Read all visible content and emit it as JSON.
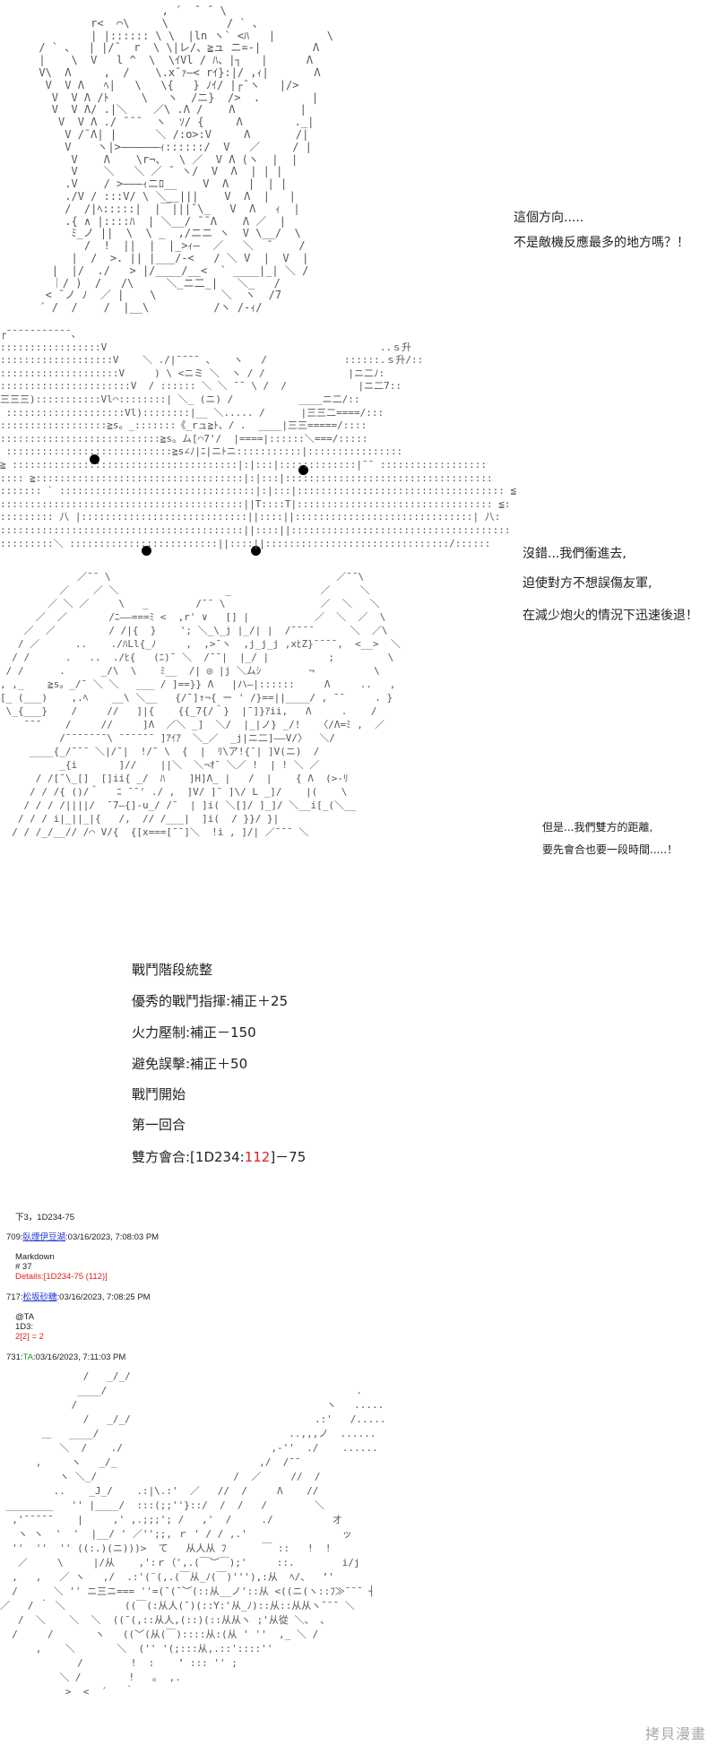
{
  "art": {
    "block1": "                         , ´  ¯ ¯ \\\n              r<  ⌒\\     \\         / ` 、\n              | |:::::: \\ \\  |ln ヽ` <ﾊ   |        \\\n      / ` 、  | |/¯  r  \\ \\|レ/、≧ュ ニ=-|        Λ\n      |    \\  V   l ^  \\  \\ｲVl / ﾊ、|┐   |      Λ\n      V\\  Λ     ,  /    \\.x¯ｧ—< rｲ}:|/ ,ｨ|       Λ\n       V  V Λ   ﾍ|   \\   \\{   } ﾉｲ/ |┌¯ヽ   |/>\n        V  V Λ /ﾄ     \\   ヽ  /ニ}  />  .        |\n        V  V Λ/ .|＼    ／\\ .Λ /    Λ          |\n         V  V Λ ./ ¯¯¯  ヽ  ｿ/ {     Λ        ._|\n          V /¯Λ| |      ＼ /:o>:V     Λ       /|\n          V    ヽ|>——————ｨ::::::/  V   ／     / |\n           V    Λ    \\r¬、  \\ ／  V Λ (ヽ  |  |\n           V    ＼   ＼ ／ ¯ ヽ/  V  Λ  | | |\n          .V    / >———ｨニﾛ__    V  Λ   |  | |\n          ./V / :::V/ \\ ＼__|||    V  Λ  |   |\n          /  /|ﾍ:::::|  |￣|||¯\\_   V  Λ   ｨ  |\n          .{ ∧ |::::ﾊ  | ＼__/ ¯¯Λ    Λ ／  |\n           ﾐ_ノ ||  \\  \\ _  ,/ニニ ヽ  V \\__/  \\\n             /  !  ||  |  |_>ｨ—  ／   ＼  ¯    /\n           |  /  >. || |___/-<   / ＼ V  |  V  |\n        |  |/  ./   > |/____/__<  ` ____|_| ＼ /\n        ｜/ )  /   /\\     ＼_ニ二_|   ＼_   /\n       < ¯ノ ﾉ  ／ |    \\          ＼  ヽ  /7\n      ´ /  /    /  |__\\          /ヽ /-ｨ/",
    "block2": "┌¯¯¯¯¯¯¯¯¯¯¯、\n:::::::::::::::::V                                              ..ｓ升\n:::::::::::::::::::V    ＼ ./|¯¯¯¯ 、   ヽ   /             ::::::.ｓ升/::\n::::::::::::::::::::V     ) \\ <ニミ ＼  ヽ / /              |ニ二ﾉ:\n::::::::::::::::::::::V  / :::::: ＼ ＼ ¯¯ \\ /  /            |ニ二7::\n三三三):::::::::::Vl⌒::::::::| ＼_ (ニ) /           ____ニ二/::\n ::::::::::::::::::::Vl)::::::::|__ ＼..... /      |三三二====/:::\n::::::::::::::::::≧s。_:::::::《_rュ≧ﾄ、/ .  ____|三三=====/::::\n:::::::::::::::::::::::::::≧s。ム[⌒7'/  |====|::::::＼===/:::::\n ::::::::::::::::::::::::::::≧s∠ﾉ|ﾆ|ニﾄニ:::::::::::|::::::::::::::::\n≧ ::::::::::::::::::::::::::::::::::::::|:|:::|:::::::::::::|¯¯ ::::::::::::::::::\n:::: ≧:::::::::::::::::::::::::::::::::::|:|:::|:::::::::::::::::::::::::::::::::::\n::::::: ` :::::::::::::::::::::::::::::::::|:|:::|::::::::::::::::::::::::::::::::::: ≦\n:::::::::::::::::::::::::::::::::::::::::||T::::T|::::::::::::::::::::::::::::::::: ≦:\n::::::::: 八 |::::::::::::::::::::::::::::||::::||::::::::::::::::::::::::::::::| 八:\n:::::::::::::::::::::::::::::::::::::::::||::::||:::::::::::::::::::::::::::::::::::::\n:::::::::＼ :::::::::::::::::::::::::||::::||:::::::::::::::::::::::::::::::/::::::",
    "block3": "             ／¯¯ \\                                      ／¯¯\\\n          ／    ／ ＼                  _               ／     ＼\n        ／ ＼ ／     \\   _        /¯¯ \\                ／  ＼   ＼\n      ／  ／       /ﾆ——===ﾐ <  ,r' ∨   [] |           ／  ＼  ／  \\\n    ／  ／         / /|{  }    '; ＼_\\_j |_/| |  /¯¯¯¯      ＼  ／\\\n   / ／      ..    ./ﾊLl{_ﾉ     ,  ,>¯ヽ  ,j_j_j ,xﾋZ}¯¯¯¯,  <__>  ＼\n  / /      .   ..  ./ﾋ{   (ﾆ)¯ ＼  /¯¯|  |_/ |          ;         \\\n / /      .      _/\\  \\    ﾐ__  /| ◎ |j ＼ムｼ        ¬          \\\n, ,_    ≧s。_/¯ ＼ ＼   ___ / ]==}} Λ   |ハ—|::::::     Λ     ..   ,\n[_ (___)    ,.ﾍ    __\\ ＼__   {/¯]↑¬{ ー ' /}==||____/ , ¯¯     . }\n \\_{___}    /     //   ]|{    {{_7{/＾}  |¯]}ｱii,   Λ     .    /\n    ¯¯¯    /     //     ]Λ  ／＼ _]  ＼/  |_|ノ} _/!   〈/Λ=ﾐ ,  ／\n          /¯¯¯¯¯¯¯\\ ¯¯¯¯¯¯ ]ｱｲｱ  ＼_／  _j|ニ二]——V/〉  ＼/\n     ____{_/¯¯¯ ＼|/¯|  !/¯ \\  {  |  ﾘ\\ア!{¯| ]V(ニ)  /\n          _{i       ]//    ||＼  ＼¬ｵ¯ ＼／ !  | ! ＼ ／\n      / /[¯\\_[]  []ii{ _/  ﾊ    ]H]Λ_ |   /  |    { Λ  (>-ﾘ\n     / / /{ ()/＾   ﾆ ¯¯' ./ ,  ]V/ ]¯ ]\\/ L _]/    |(    \\\n    / / / /||||/  ¯7—{]-u_/ /¯  | ]i( ＼[]/ ]_]/ ＼__i[_(＼__\n   / / / i|_||_|{   /,  // /___|  ]i(  / }}/ }|\n  / / /_/__// /⌒ V/{  {[x===[¯¯]＼  !i , ]/| ／¯¯¯ ＼",
    "block4": "              /   _/_/\n             ____/                                          .\n            /                                          ヽ   .....\n              /   _/_/                               .:'   /.....\n       ＿   ____/                                ..,,,ノ  ......\n          ＼  /    ./                         ,-''  ./    ......\n      ,     ヽ   _/_                        ,/  /¯¯\n          ヽ ＼_/                       /  ／     //  /\n         ..    _J_/    .:|\\.:'  ／   //  /     Λ    //\n ________   '' |____/  :::(;;''}::/  /  /   /        ＼\n  ,'¯¯¯¯¯    |     ,' ,.;;;'; /   ,'  /     ./          オ\n   ヽ ヽ  '  '  |__/ ' ／'';;, ｒ ' / / ,.'                ッ\n  ''  ''  '' ((:.)(ニ)))>  て   从人从 ﾌ      ￣ ::   !  !\n   ／     \\     |/从    ,':ｒ（',.(￣︶￣);'     ::.        i/j\n  ,   ,   ／ ヽ   ,/  .:'(¨(,.(￣从_ﾉ(￣)'''),:从  ﾍ/、  ’'\n  /      ＼ '' ニ三ニ=== ''=(¯(¯︶(::从__ノ'::从 <((ニ(ヽ::ﾌ≫¯¯¯ ┤\n／   / ｀ ＼          ((￣(:从人(¯)(::Y:'从_ﾉ)::从::从从ヽ¯¯¯ ＼\n   /  ＼    ＼  ＼  ((¯(,::从人,(::)(::从从ヽ ;'从從 ＼、 、\n  /     /       ヽ   ((﹀(从(￣)::::从:(从 ' ''  ,_ ＼ /\n      ,    ＼       ＼  ('' '(;:::从,.::'::::''\n             /        !  :    ’ ::: '' ;\n          ＼ /        !   ｡  ,.\n           >  <  ´   ｀"
  },
  "dialogue1": [
    "這個方向.....",
    "不是敵機反應最多的地方嗎？！"
  ],
  "dialogue2": [
    "沒錯...我們衝進去,",
    "迫使對方不想誤傷友軍,",
    "在減少炮火的情況下迅速後退！"
  ],
  "dialogue3": [
    "但是...我們雙方的距離,",
    "要先會合也要一段時間.....！"
  ],
  "story": {
    "lines": [
      "戰鬥階段統整",
      "優秀的戰鬥指揮:補正＋25",
      "火力壓制:補正－150",
      "避免誤擊:補正＋50",
      "戰鬥開始",
      "第一回合"
    ],
    "last_prefix": "雙方會合:[1D234:",
    "last_roll": "112",
    "last_suffix": "]－75"
  },
  "posts": {
    "note": "下3，1D234-75",
    "p1": {
      "num": "709:",
      "name": "臥煙伊豆湖",
      "time": ":03/16/2023, 7:08:03 PM",
      "l1": "Markdown",
      "l2": "# 37",
      "l3": "Details:[1D234-75 (112)]"
    },
    "p2": {
      "num": "717:",
      "name": "松坂砂糖",
      "time": ":03/16/2023, 7:08:25 PM",
      "l1": "@TA",
      "l2": "1D3:",
      "l3": "2[2] = 2"
    },
    "p3": {
      "num": "731:",
      "name": "TA",
      "time": ":03/16/2023, 7:11:03 PM"
    }
  },
  "watermark": "拷貝漫畫",
  "colors": {
    "roll": "#e02020",
    "link": "#2233dd",
    "ta": "#1a9a1a"
  }
}
